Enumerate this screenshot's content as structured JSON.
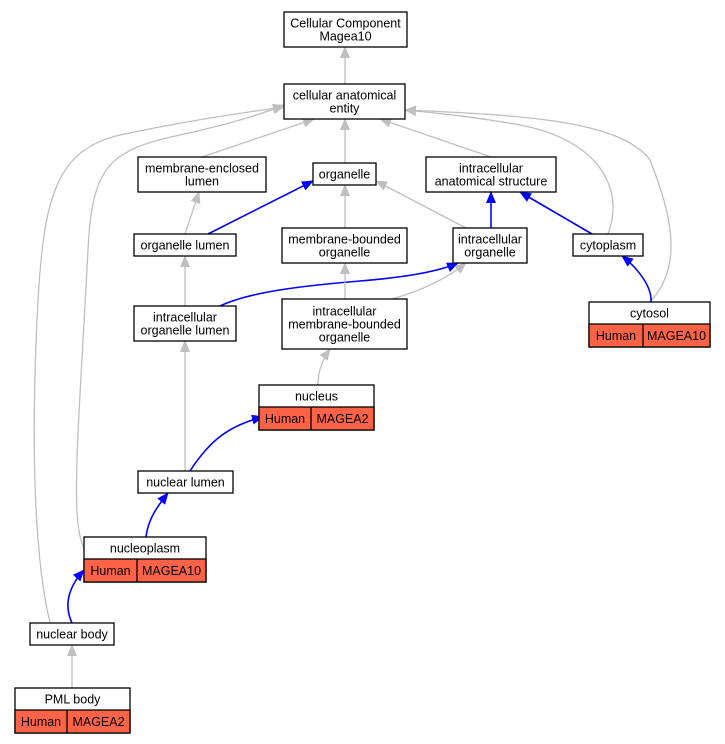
{
  "colors": {
    "is_a_edge": "#bfbfbf",
    "part_of_edge": "#0000ff",
    "annotation_fill": "#ff6347",
    "node_border": "#000000"
  },
  "nodes": {
    "root": {
      "lines": [
        "Cellular Component",
        "Magea10"
      ]
    },
    "cae": {
      "lines": [
        "cellular anatomical",
        "entity"
      ]
    },
    "mel": {
      "lines": [
        "membrane-enclosed",
        "lumen"
      ]
    },
    "org": {
      "lines": [
        "organelle"
      ]
    },
    "ias": {
      "lines": [
        "intracellular",
        "anatomical structure"
      ]
    },
    "orl": {
      "lines": [
        "organelle lumen"
      ]
    },
    "mbo": {
      "lines": [
        "membrane-bounded",
        "organelle"
      ]
    },
    "io": {
      "lines": [
        "intracellular",
        "organelle"
      ]
    },
    "cyto": {
      "lines": [
        "cytoplasm"
      ]
    },
    "iol": {
      "lines": [
        "intracellular",
        "organelle lumen"
      ]
    },
    "imbo": {
      "lines": [
        "intracellular",
        "membrane-bounded",
        "organelle"
      ]
    },
    "cytosol": {
      "lines": [
        "cytosol"
      ],
      "annotation": [
        "Human",
        "MAGEA10"
      ]
    },
    "nucleus": {
      "lines": [
        "nucleus"
      ],
      "annotation": [
        "Human",
        "MAGEA2"
      ]
    },
    "nlumen": {
      "lines": [
        "nuclear lumen"
      ]
    },
    "nplasm": {
      "lines": [
        "nucleoplasm"
      ],
      "annotation": [
        "Human",
        "MAGEA10"
      ]
    },
    "nbody": {
      "lines": [
        "nuclear body"
      ]
    },
    "pml": {
      "lines": [
        "PML body"
      ],
      "annotation": [
        "Human",
        "MAGEA2"
      ]
    }
  },
  "edges": [
    {
      "from": "cae",
      "to": "root",
      "type": "is_a"
    },
    {
      "from": "mel",
      "to": "cae",
      "type": "is_a"
    },
    {
      "from": "org",
      "to": "cae",
      "type": "is_a"
    },
    {
      "from": "ias",
      "to": "cae",
      "type": "is_a"
    },
    {
      "from": "cyto",
      "to": "cae",
      "type": "is_a"
    },
    {
      "from": "cytosol",
      "to": "cae",
      "type": "is_a"
    },
    {
      "from": "nbody",
      "to": "cae",
      "type": "is_a"
    },
    {
      "from": "nplasm",
      "to": "cae",
      "type": "is_a"
    },
    {
      "from": "orl",
      "to": "mel",
      "type": "is_a"
    },
    {
      "from": "orl",
      "to": "org",
      "type": "part_of"
    },
    {
      "from": "mbo",
      "to": "org",
      "type": "is_a"
    },
    {
      "from": "io",
      "to": "org",
      "type": "is_a"
    },
    {
      "from": "io",
      "to": "ias",
      "type": "part_of"
    },
    {
      "from": "cyto",
      "to": "ias",
      "type": "part_of"
    },
    {
      "from": "iol",
      "to": "orl",
      "type": "is_a"
    },
    {
      "from": "iol",
      "to": "io",
      "type": "part_of"
    },
    {
      "from": "imbo",
      "to": "mbo",
      "type": "is_a"
    },
    {
      "from": "imbo",
      "to": "io",
      "type": "is_a"
    },
    {
      "from": "cytosol",
      "to": "cyto",
      "type": "part_of"
    },
    {
      "from": "nucleus",
      "to": "imbo",
      "type": "is_a"
    },
    {
      "from": "nlumen",
      "to": "iol",
      "type": "is_a"
    },
    {
      "from": "nlumen",
      "to": "nucleus",
      "type": "part_of"
    },
    {
      "from": "nplasm",
      "to": "nlumen",
      "type": "part_of"
    },
    {
      "from": "nbody",
      "to": "nplasm",
      "type": "part_of"
    },
    {
      "from": "pml",
      "to": "nbody",
      "type": "is_a"
    }
  ]
}
